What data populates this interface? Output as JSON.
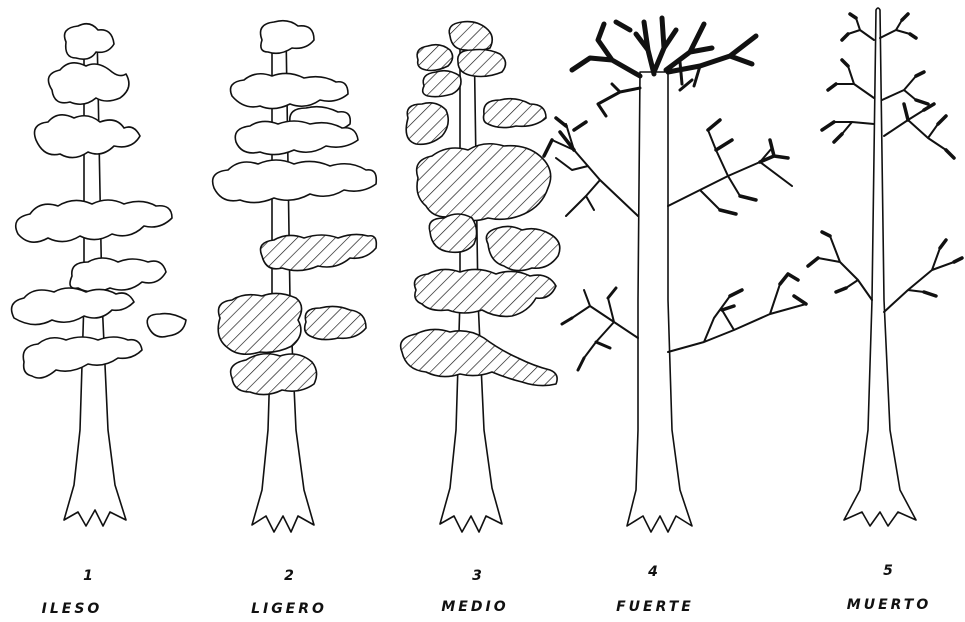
{
  "trees": [
    {
      "number": "1",
      "label": "ILESO"
    },
    {
      "number": "2",
      "label": "LIGERO"
    },
    {
      "number": "3",
      "label": "MEDIO"
    },
    {
      "number": "4",
      "label": "FUERTE"
    },
    {
      "number": "5",
      "label": "MUERTO"
    }
  ]
}
